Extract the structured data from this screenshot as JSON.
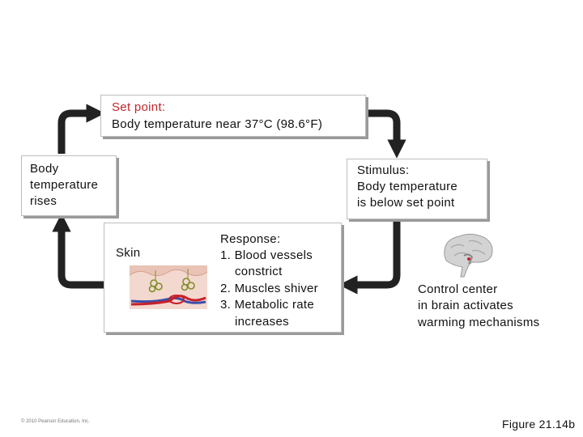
{
  "set_point": {
    "heading": "Set point:",
    "text": "Body temperature near 37°C (98.6°F)"
  },
  "stimulus": {
    "lines": [
      "Stimulus:",
      "Body temperature",
      "is below set point"
    ]
  },
  "body_temp_rises": {
    "lines": [
      "Body",
      "temperature",
      "rises"
    ]
  },
  "response": {
    "skin_label": "Skin",
    "lines": [
      "Response:",
      "1. Blood vessels",
      "constrict",
      "2. Muscles shiver",
      "3. Metabolic rate",
      "increases"
    ]
  },
  "control_center": {
    "lines": [
      "Control center",
      "in brain activates",
      "warming mechanisms"
    ]
  },
  "footer": {
    "copyright": "© 2010 Pearson Education, Inc.",
    "figure": "Figure 21.14b"
  },
  "colors": {
    "arrow": "#222222",
    "set_point_heading": "#c0272d",
    "box_border": "#bdbdbd",
    "shadow": "#9a9a9a"
  }
}
